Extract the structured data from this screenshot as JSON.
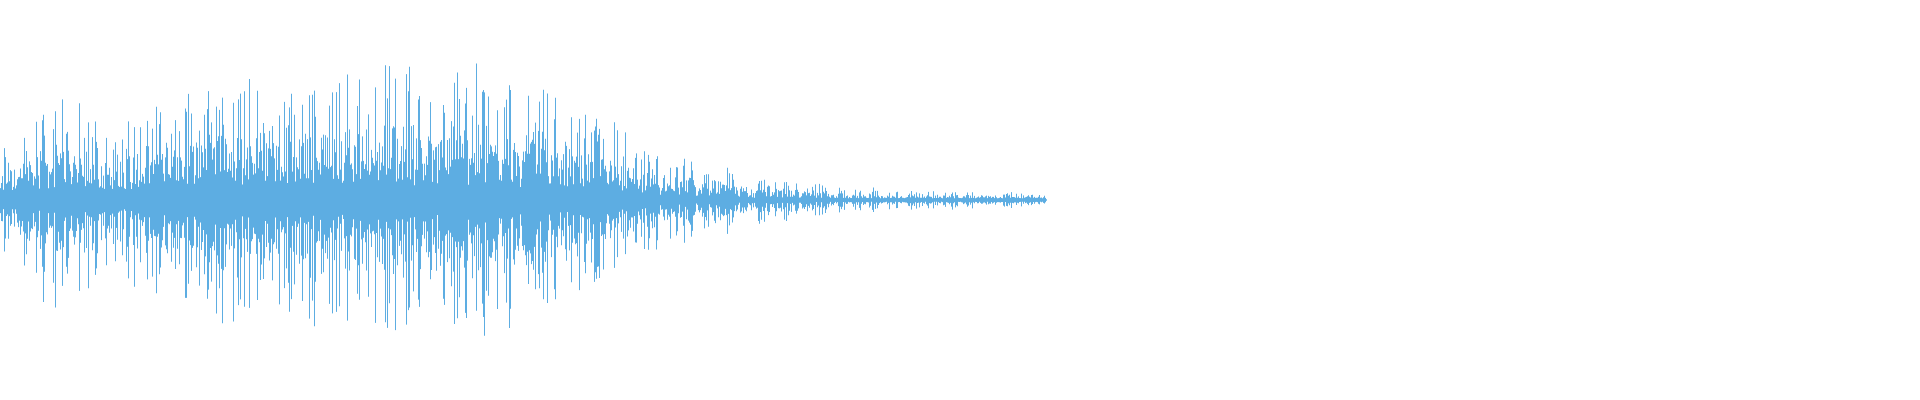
{
  "waveform": {
    "color": "#5dade2",
    "background": "#ffffff",
    "duration_fraction_of_view": 0.545,
    "envelope": [
      0.35,
      0.75,
      0.6,
      0.7,
      0.85,
      0.9,
      0.95,
      1.0,
      1.0,
      0.98,
      0.95,
      0.8,
      0.6,
      0.45,
      0.3,
      0.2,
      0.14,
      0.1,
      0.08,
      0.07,
      0.06,
      0.06
    ]
  }
}
